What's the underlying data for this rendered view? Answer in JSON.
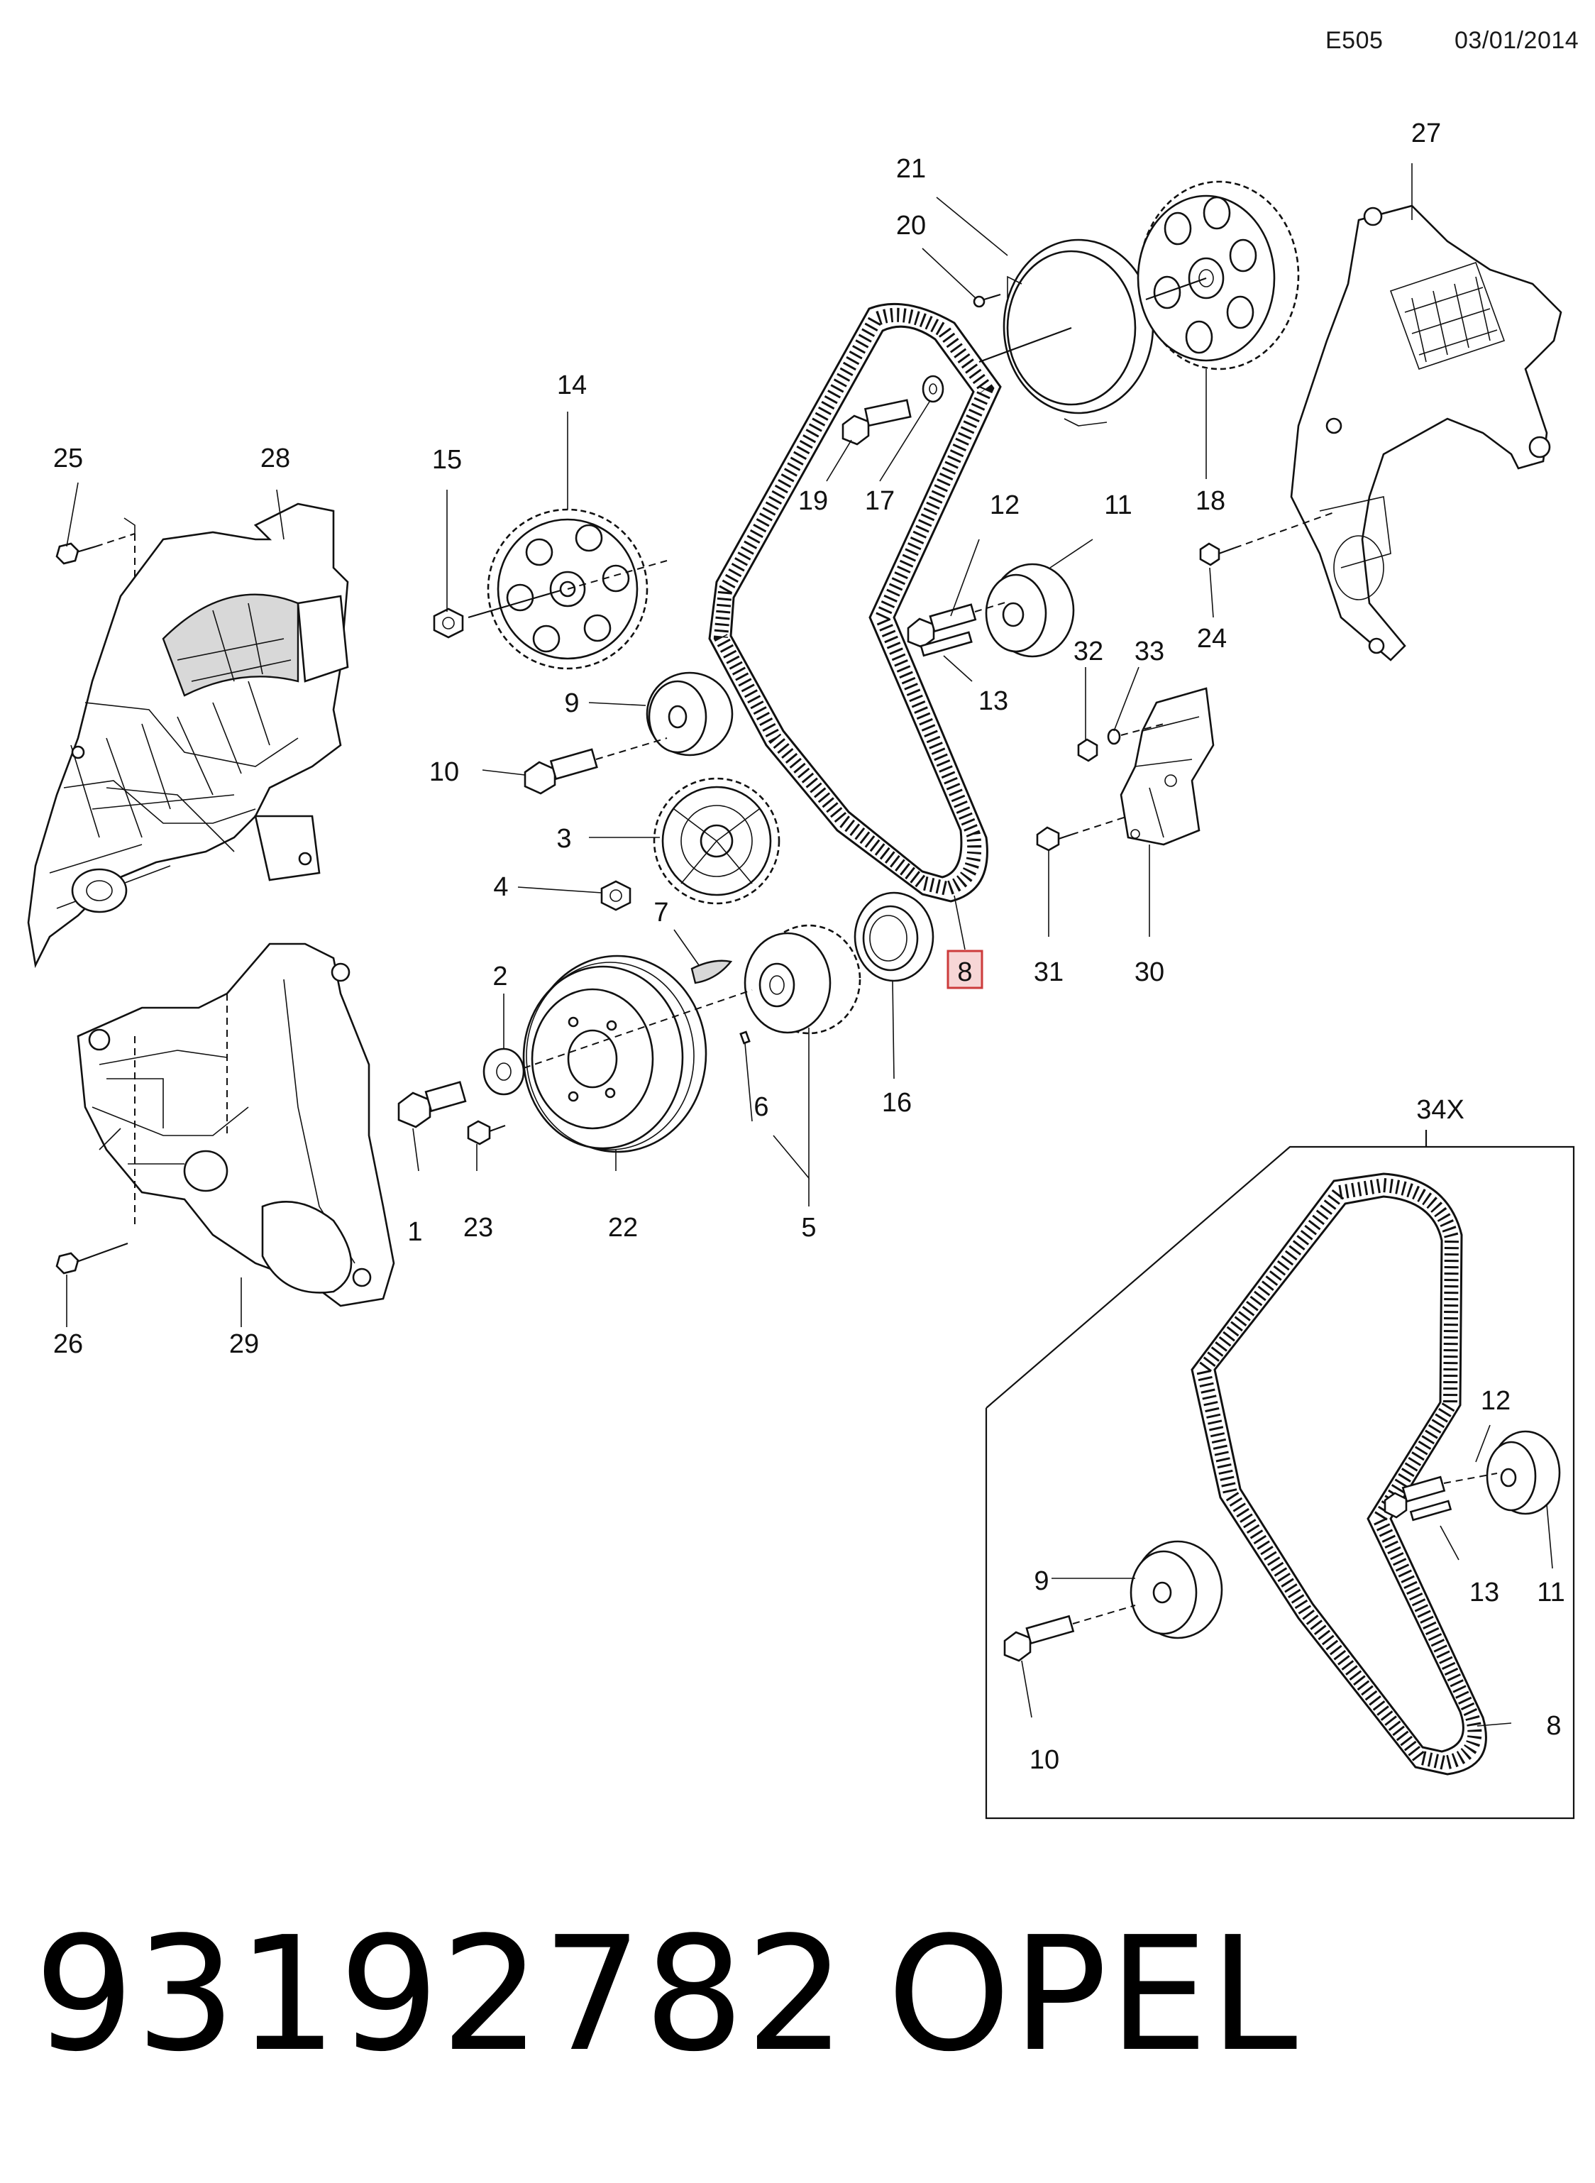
{
  "header": {
    "code": "E505",
    "date": "03/01/2014"
  },
  "footer": {
    "part_number": "93192782",
    "brand": "OPEL"
  },
  "callouts": {
    "c1": "1",
    "c2": "2",
    "c3": "3",
    "c4": "4",
    "c5": "5",
    "c6": "6",
    "c7": "7",
    "c8": "8",
    "c9": "9",
    "c10": "10",
    "c11": "11",
    "c12": "12",
    "c13": "13",
    "c14": "14",
    "c15": "15",
    "c16": "16",
    "c17": "17",
    "c18": "18",
    "c19": "19",
    "c20": "20",
    "c21": "21",
    "c22": "22",
    "c23": "23",
    "c24": "24",
    "c25": "25",
    "c26": "26",
    "c27": "27",
    "c28": "28",
    "c29": "29",
    "c30": "30",
    "c31": "31",
    "c32": "32",
    "c33": "33"
  },
  "kit": {
    "title": "34X",
    "callouts": {
      "c8": "8",
      "c9": "9",
      "c10": "10",
      "c11": "11",
      "c12": "12",
      "c13": "13"
    }
  },
  "highlight": {
    "callout": "8",
    "color": "#cc3b3b"
  }
}
